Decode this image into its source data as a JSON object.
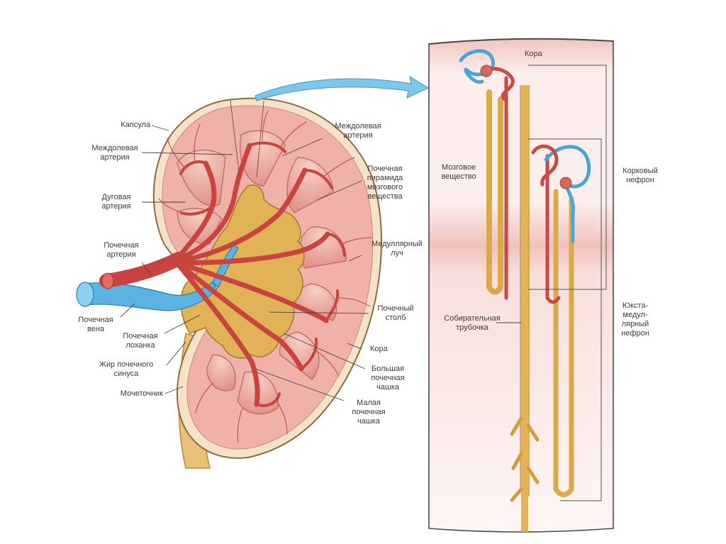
{
  "kidney_labels": {
    "capsule": "Капсула",
    "interlobar_artery_left": "Междолевая\nартерия",
    "arcuate_artery": "Дуговая\nартерия",
    "renal_artery": "Почечная\nартерия",
    "renal_vein": "Почечная\nвена",
    "renal_pelvis": "Почечная\nлоханка",
    "sinus_fat": "Жир почечного\nсинуса",
    "ureter": "Мочеточник",
    "interlobar_artery_right": "Междолевая\nартерия",
    "renal_pyramid": "Почечная\nпирамида\nмозгового\nвещества",
    "medullary_ray": "Медуллярный\nлуч",
    "renal_column": "Почечный\nстолб",
    "cortex": "Кора",
    "major_calyx": "Большая\nпочечная\nчашка",
    "minor_calyx": "Малая\nпочечная\nчашка"
  },
  "nephron_labels": {
    "cortex": "Кора",
    "medulla": "Мозговое\nвещество",
    "collecting_duct": "Собирательная\nтрубочка",
    "cortical_nephron": "Корковый\nнефрон",
    "juxtamedullary_nephron": "Юкста-\nмедул-\nлярный\nнефрон"
  },
  "colors": {
    "cortex": "#f2b7ae",
    "medulla_pyramid": "#e89a90",
    "artery": "#c94a44",
    "vein": "#4aa6d6",
    "pelvis": "#d9a94a",
    "capsule": "#e6b46a",
    "tubule": "#e3b256"
  }
}
